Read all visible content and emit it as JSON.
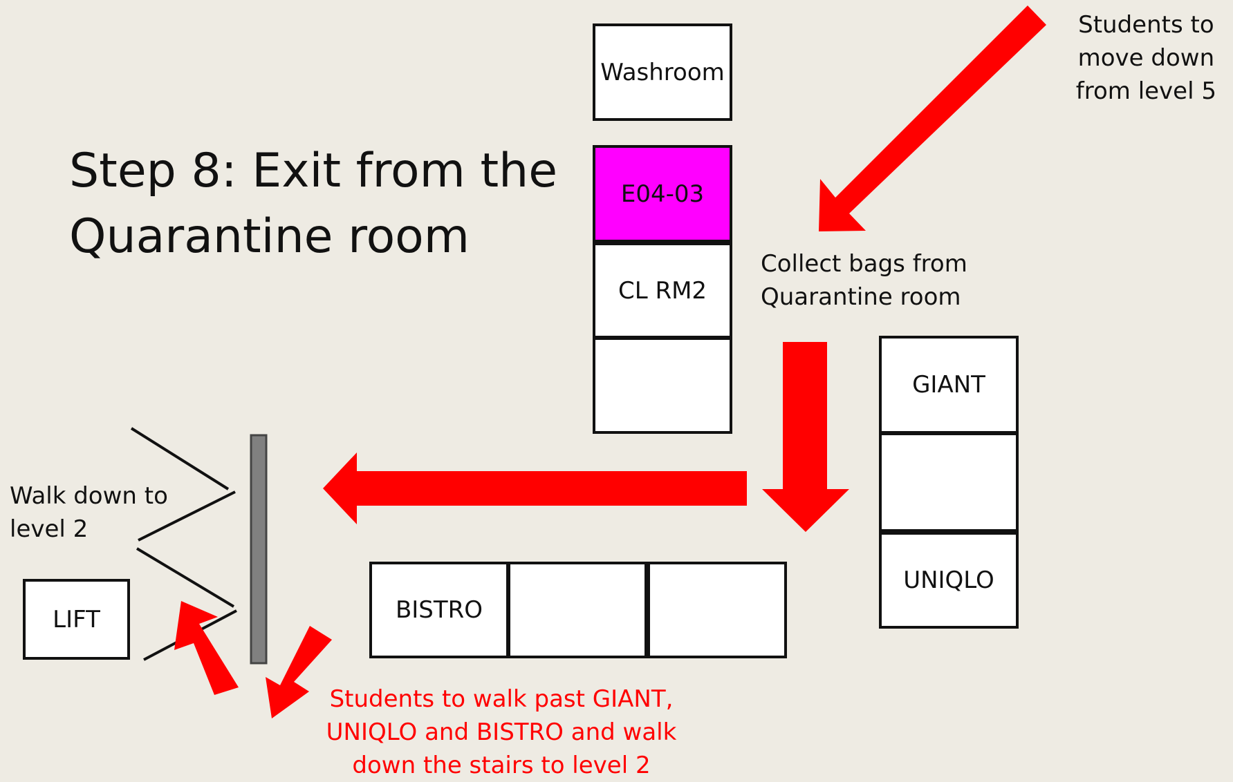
{
  "title": {
    "line1": "Step 8: Exit from the",
    "line2": "Quarantine room"
  },
  "notes": {
    "level5": [
      "Students to",
      "move down",
      "from level 5"
    ],
    "collect": [
      "Collect bags from",
      "Quarantine room"
    ],
    "walk_down": [
      "Walk down to",
      "level 2"
    ],
    "instructions": [
      "Students to walk past GIANT,",
      "UNIQLO and BISTRO and walk",
      "down the stairs to level 2"
    ]
  },
  "rooms": {
    "washroom": "Washroom",
    "e04_03": "E04-03",
    "cl_rm2": "CL RM2",
    "empty_1": "",
    "giant": "GIANT",
    "empty_2": "",
    "uniqlo": "UNIQLO",
    "bistro": "BISTRO",
    "empty_3": "",
    "empty_4": "",
    "lift": "LIFT"
  },
  "colors": {
    "background": "#eeebe3",
    "arrow": "#ff0000",
    "highlight_room": "#ff00ff",
    "room_fill": "#ffffff",
    "wall": "#808080",
    "instruction_text": "#ff0000"
  },
  "icons": [
    "arrow-icon",
    "stairs-icon",
    "wall-icon"
  ]
}
